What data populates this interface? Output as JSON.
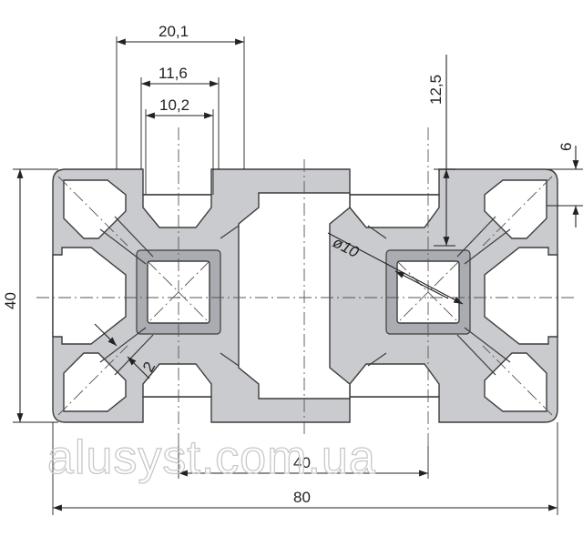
{
  "dimensions": {
    "width_overall": "80",
    "width_slot_pitch": "40",
    "height_overall": "40",
    "slot_outer": "20,1",
    "slot_mid": "11,6",
    "slot_inner": "10,2",
    "slot_depth": "12,5",
    "lip": "6",
    "bore": "ø10",
    "wall": "2"
  },
  "watermark": "alusyst.com.ua",
  "colors": {
    "profile": "#c9cbcf",
    "outline": "#3d3d3d"
  }
}
